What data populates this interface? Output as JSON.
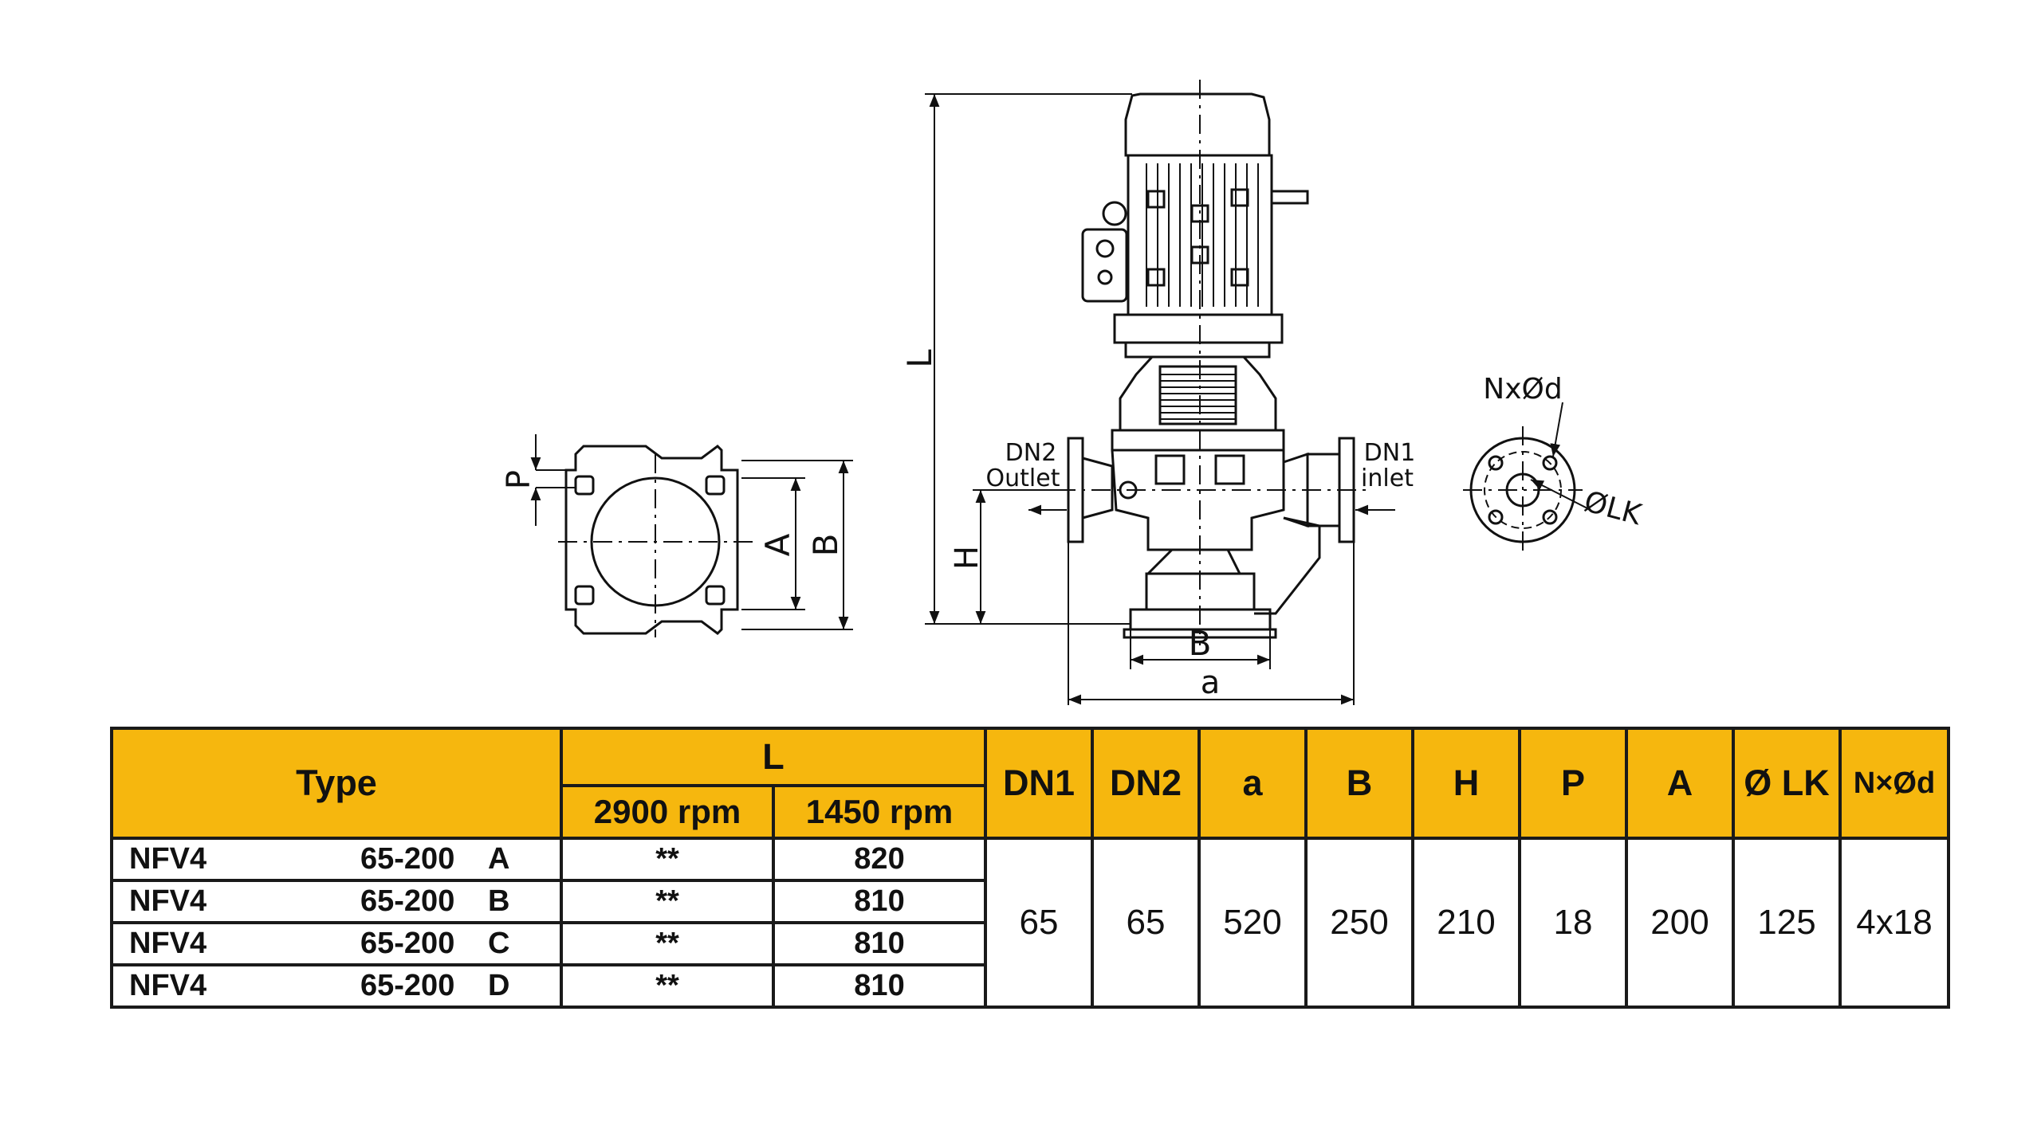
{
  "drawing": {
    "labels": {
      "L": "L",
      "H": "H",
      "B_front": "B",
      "a": "a",
      "P": "P",
      "A": "A",
      "B_side": "B",
      "DN2": "DN2",
      "outlet": "Outlet",
      "DN1": "DN1",
      "inlet": "inlet",
      "NxOd": "NxØd",
      "OLK": "ØLK"
    }
  },
  "table": {
    "headers": {
      "type": "Type",
      "L": "L",
      "rpm2900": "2900 rpm",
      "rpm1450": "1450 rpm",
      "DN1": "DN1",
      "DN2": "DN2",
      "a": "a",
      "B": "B",
      "H": "H",
      "P": "P",
      "A": "A",
      "LK": "Ø LK",
      "Nd": "N×Ød"
    },
    "rows": [
      {
        "model": "NFV4",
        "size": "65-200",
        "variant": "A",
        "l2900": "**",
        "l1450": "820"
      },
      {
        "model": "NFV4",
        "size": "65-200",
        "variant": "B",
        "l2900": "**",
        "l1450": "810"
      },
      {
        "model": "NFV4",
        "size": "65-200",
        "variant": "C",
        "l2900": "**",
        "l1450": "810"
      },
      {
        "model": "NFV4",
        "size": "65-200",
        "variant": "D",
        "l2900": "**",
        "l1450": "810"
      }
    ],
    "shared": {
      "DN1": "65",
      "DN2": "65",
      "a": "520",
      "B": "250",
      "H": "210",
      "P": "18",
      "A": "200",
      "LK": "125",
      "Nd": "4x18"
    }
  }
}
